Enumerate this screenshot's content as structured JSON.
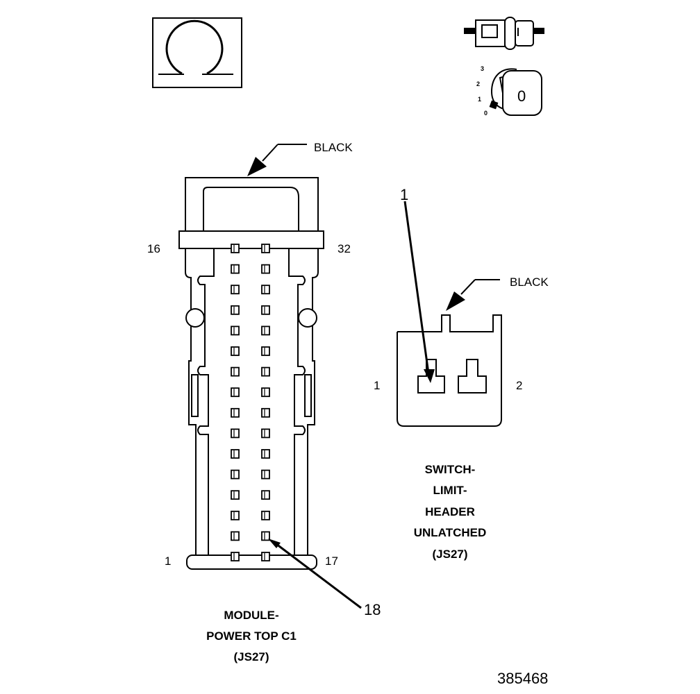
{
  "module_connector": {
    "color_label": "BLACK",
    "pin_label_top_left": "16",
    "pin_label_top_right": "32",
    "pin_label_bottom_left": "1",
    "pin_label_bottom_right": "17",
    "callout_number": "18",
    "title_line1": "MODULE-",
    "title_line2": "POWER TOP C1",
    "title_line3": "(JS27)",
    "cavity_rows": 16,
    "cavity_columns": 2
  },
  "switch_connector": {
    "color_label": "BLACK",
    "callout_number": "1",
    "pin_label_left": "1",
    "pin_label_right": "2",
    "title_line1": "SWITCH-",
    "title_line2": "LIMIT-",
    "title_line3": "HEADER",
    "title_line4": "UNLATCHED",
    "title_line5": "(JS27)"
  },
  "key_icon": {
    "positions": [
      "3",
      "2",
      "1",
      "0"
    ],
    "key_label": "0"
  },
  "figure_number": "385468"
}
